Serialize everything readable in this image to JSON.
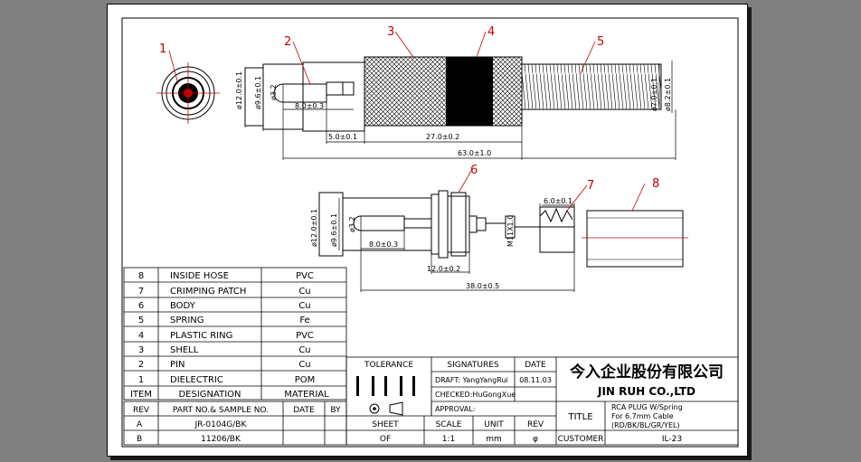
{
  "callouts": [
    "1",
    "2",
    "3",
    "4",
    "5",
    "6",
    "7",
    "8"
  ],
  "dims": {
    "d12": "ø12.0±0.1",
    "d96": "ø9.6±0.1",
    "d32": "ø3.2",
    "len8": "8.0±0.3",
    "len5": "5.0±0.1",
    "len27": "27.0±0.2",
    "len63": "63.0±1.0",
    "d70": "ø7.0±0.1",
    "d82": "ø8.2±0.1",
    "m11": "M11X1.0",
    "len12": "12.0±0.2",
    "len38": "38.0±0.5",
    "len6": "6.0±0.1"
  },
  "bom": {
    "rows": [
      {
        "item": "8",
        "name": "INSIDE HOSE",
        "material": "PVC"
      },
      {
        "item": "7",
        "name": "CRIMPING PATCH",
        "material": "Cu"
      },
      {
        "item": "6",
        "name": "BODY",
        "material": "Cu"
      },
      {
        "item": "5",
        "name": "SPRING",
        "material": "Fe"
      },
      {
        "item": "4",
        "name": "PLASTIC RING",
        "material": "PVC"
      },
      {
        "item": "3",
        "name": "SHELL",
        "material": "Cu"
      },
      {
        "item": "2",
        "name": "PIN",
        "material": "Cu"
      },
      {
        "item": "1",
        "name": "DIELECTRIC",
        "material": "POM"
      }
    ],
    "header": {
      "item": "ITEM",
      "name": "DESIGNATION",
      "material": "MATERIAL"
    }
  },
  "rev_table": {
    "header": {
      "rev": "REV",
      "part": "PART NO.& SAMPLE NO.",
      "date": "DATE",
      "by": "BY"
    },
    "rows": [
      {
        "rev": "A",
        "part": "JR-0104G/BK"
      },
      {
        "rev": "B",
        "part": "11206/BK"
      }
    ]
  },
  "title_block": {
    "tolerance": "TOLERANCE",
    "signatures": "SIGNATURES",
    "date_label": "DATE",
    "draft": "DRAFT: YangYangRui",
    "draft_date": "08.11.03",
    "checked": "CHECKED:HuGongXue",
    "approval": "APPROVAL:",
    "sheet_label": "SHEET",
    "sheet_value": "OF",
    "scale_label": "SCALE",
    "scale_value": "1:1",
    "unit_label": "UNIT",
    "unit_value": "mm",
    "rev_label": "REV",
    "rev_value": "φ",
    "company_cn": "今入企业股份有限公司",
    "company_en": "JIN  RUH  CO.,LTD",
    "title_label": "TITLE",
    "title_line1": "RCA PLUG W/Spring",
    "title_line2": "For 6.7mm Cable",
    "title_line3": "(RD/BK/BL/GR/YEL)",
    "customer_label": "CUSTOMER",
    "customer_value": "IL-23"
  },
  "colors": {
    "callout": "#e00000",
    "dimension": "#000000",
    "background": "#808080"
  }
}
